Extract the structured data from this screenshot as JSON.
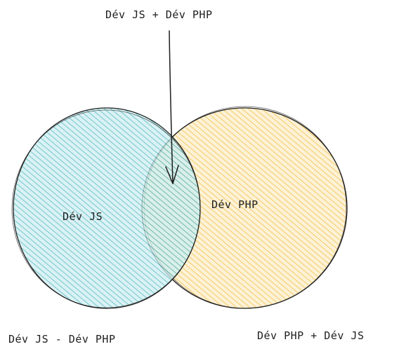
{
  "diagram": {
    "intersection_label": "Dév JS + Dév PHP",
    "circle_js": {
      "label": "Dév JS",
      "fill_color": "#8fd3d8",
      "stroke_color": "#1e1e1e"
    },
    "circle_php": {
      "label": "Dév PHP",
      "fill_color": "#f9d98a",
      "stroke_color": "#1e1e1e"
    },
    "bottom_left_label": "Dév JS - Dév PHP",
    "bottom_right_label": "Dév PHP + Dév JS",
    "arrow_icon": "arrow-down-icon"
  }
}
